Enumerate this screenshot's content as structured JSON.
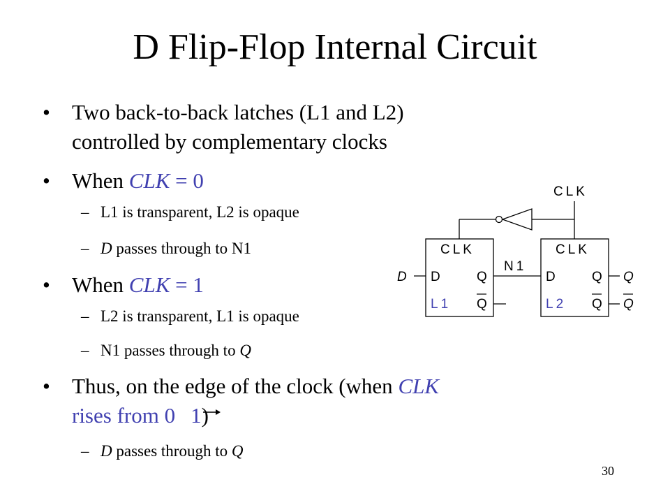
{
  "title": "D Flip-Flop Internal Circuit",
  "bullets": {
    "b1_line1": "Two back-to-back latches (L1 and L2)",
    "b1_line2": "controlled by complementary clocks",
    "b2_prefix": "When ",
    "b2_highlight": "CLK",
    "b2_rest": " = 0",
    "b2_sub1": "L1 is transparent, L2 is opaque",
    "b2_sub2_italic": "D",
    "b2_sub2_rest": " passes through to N1",
    "b3_prefix": "When ",
    "b3_highlight": "CLK",
    "b3_rest": " = 1",
    "b3_sub1": "L2 is transparent, L1 is opaque",
    "b3_sub2_prefix": "N1 passes through to ",
    "b3_sub2_italic": "Q",
    "b4_line1_prefix": "Thus, on the edge of the clock (when ",
    "b4_line1_highlight": "CLK",
    "b4_line2_highlight": "rises from 0",
    "b4_line2_highlight2": "1",
    "b4_line2_rest": ")",
    "b4_sub1_italic": "D",
    "b4_sub1_mid": " passes through to ",
    "b4_sub1_italic2": "Q"
  },
  "page_number": "30",
  "diagram": {
    "clk_top": "CLK",
    "latch1": {
      "clk": "CLK",
      "d": "D",
      "q": "Q",
      "qbar": "Q",
      "name": "L1"
    },
    "latch2": {
      "clk": "CLK",
      "d": "D",
      "q": "Q",
      "qbar": "Q",
      "name": "L2"
    },
    "input_d": "D",
    "node_n1": "N1",
    "output_q": "Q",
    "output_qbar": "Q"
  },
  "colors": {
    "accent_blue": "#4040b0",
    "text": "#000000",
    "background": "#ffffff"
  }
}
